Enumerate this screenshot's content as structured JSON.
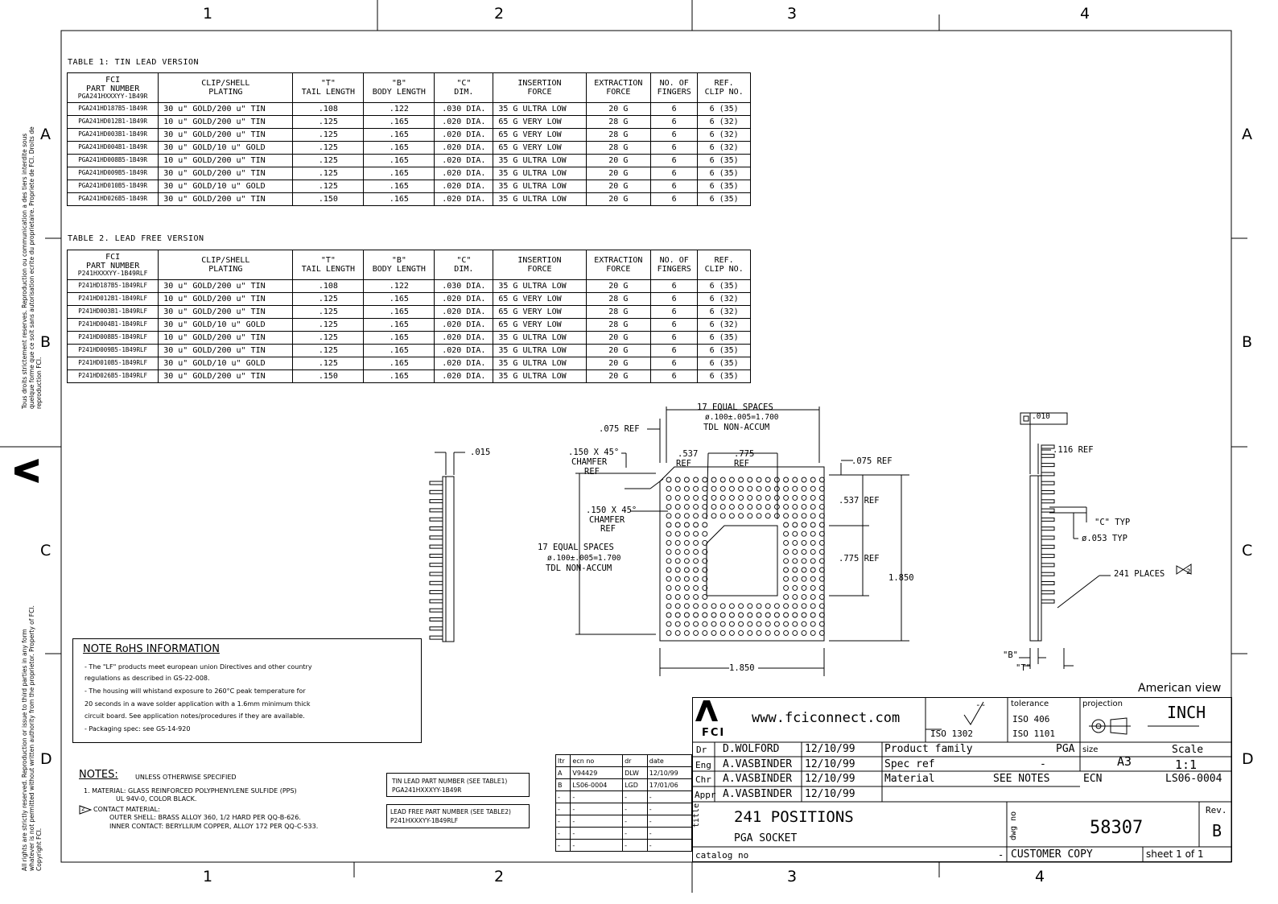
{
  "zones": {
    "cols": [
      "1",
      "2",
      "3",
      "4"
    ],
    "rows": [
      "A",
      "B",
      "C",
      "D"
    ]
  },
  "side_text": {
    "upper": "Tous droits strictement reserves. Reproduction ou communication a des tiers interdite sous quelque forme que ce soit sans autorisation ecrite du proprietaire. Propriete de FCI. Droits de reproduction FCI.",
    "lower": "All rights are strictly reserved. Reproduction or issue to third parties in any form whatever is not permitted without written authority from the proprietor. Property of FCI. Copyright FCI.",
    "logo": "FCI"
  },
  "headers": [
    "FCI\nPART NUMBER",
    "CLIP/SHELL\nPLATING",
    "\"T\"\nTAIL LENGTH",
    "\"B\"\nBODY LENGTH",
    "\"C\"\nDIM.",
    "INSERTION\nFORCE",
    "EXTRACTION\nFORCE",
    "NO. OF\nFINGERS",
    "REF.\nCLIP NO."
  ],
  "table1": {
    "title": "TABLE 1: TIN LEAD VERSION",
    "pn_header": "PGA241HXXXYY-1B49R",
    "rows": [
      [
        "PGA241HD187B5-1B49R",
        "30 u\" GOLD/200 u\" TIN",
        ".108",
        ".122",
        ".030 DIA.",
        "35 G ULTRA LOW",
        "20 G",
        "6",
        "6 (35)"
      ],
      [
        "PGA241HD012B1-1B49R",
        "10 u\" GOLD/200 u\" TIN",
        ".125",
        ".165",
        ".020 DIA.",
        "65 G VERY LOW",
        "28 G",
        "6",
        "6 (32)"
      ],
      [
        "PGA241HD003B1-1B49R",
        "30 u\" GOLD/200 u\" TIN",
        ".125",
        ".165",
        ".020 DIA.",
        "65 G VERY LOW",
        "28 G",
        "6",
        "6 (32)"
      ],
      [
        "PGA241HD004B1-1B49R",
        "30 u\" GOLD/10 u\" GOLD",
        ".125",
        ".165",
        ".020 DIA.",
        "65 G VERY LOW",
        "28 G",
        "6",
        "6 (32)"
      ],
      [
        "PGA241HD008B5-1B49R",
        "10 u\" GOLD/200 u\" TIN",
        ".125",
        ".165",
        ".020 DIA.",
        "35 G ULTRA LOW",
        "20 G",
        "6",
        "6 (35)"
      ],
      [
        "PGA241HD009B5-1B49R",
        "30 u\" GOLD/200 u\" TIN",
        ".125",
        ".165",
        ".020 DIA.",
        "35 G ULTRA LOW",
        "20 G",
        "6",
        "6 (35)"
      ],
      [
        "PGA241HD010B5-1B49R",
        "30 u\" GOLD/10 u\" GOLD",
        ".125",
        ".165",
        ".020 DIA.",
        "35 G ULTRA LOW",
        "20 G",
        "6",
        "6 (35)"
      ],
      [
        "PGA241HD026B5-1B49R",
        "30 u\" GOLD/200 u\" TIN",
        ".150",
        ".165",
        ".020 DIA.",
        "35 G ULTRA LOW",
        "20 G",
        "6",
        "6 (35)"
      ]
    ]
  },
  "table2": {
    "title": "TABLE 2. LEAD FREE VERSION",
    "pn_header": "P241HXXXYY-1B49RLF",
    "rows": [
      [
        "P241HD187B5-1B49RLF",
        "30 u\" GOLD/200 u\" TIN",
        ".108",
        ".122",
        ".030 DIA.",
        "35 G ULTRA LOW",
        "20 G",
        "6",
        "6 (35)"
      ],
      [
        "P241HD012B1-1B49RLF",
        "10 u\" GOLD/200 u\" TIN",
        ".125",
        ".165",
        ".020 DIA.",
        "65 G VERY LOW",
        "28 G",
        "6",
        "6 (32)"
      ],
      [
        "P241HD003B1-1B49RLF",
        "30 u\" GOLD/200 u\" TIN",
        ".125",
        ".165",
        ".020 DIA.",
        "65 G VERY LOW",
        "28 G",
        "6",
        "6 (32)"
      ],
      [
        "P241HD004B1-1B49RLF",
        "30 u\" GOLD/10 u\" GOLD",
        ".125",
        ".165",
        ".020 DIA.",
        "65 G VERY LOW",
        "28 G",
        "6",
        "6 (32)"
      ],
      [
        "P241HD008B5-1B49RLF",
        "10 u\" GOLD/200 u\" TIN",
        ".125",
        ".165",
        ".020 DIA.",
        "35 G ULTRA LOW",
        "20 G",
        "6",
        "6 (35)"
      ],
      [
        "P241HD009B5-1B49RLF",
        "30 u\" GOLD/200 u\" TIN",
        ".125",
        ".165",
        ".020 DIA.",
        "35 G ULTRA LOW",
        "20 G",
        "6",
        "6 (35)"
      ],
      [
        "P241HD010B5-1B49RLF",
        "30 u\" GOLD/10 u\" GOLD",
        ".125",
        ".165",
        ".020 DIA.",
        "35 G ULTRA LOW",
        "20 G",
        "6",
        "6 (35)"
      ],
      [
        "P241HD026B5-1B49RLF",
        "30 u\" GOLD/200 u\" TIN",
        ".150",
        ".165",
        ".020 DIA.",
        "35 G ULTRA LOW",
        "20 G",
        "6",
        "6 (35)"
      ]
    ]
  },
  "dims": {
    "d015": ".015",
    "top_spaces_1": "17 EQUAL SPACES",
    "top_spaces_2": "ø.100±.005=1.700",
    "top_spaces_3": "TDL NON-ACCUM",
    "ref075_top": ".075 REF",
    "chamfer_1": ".150 X 45°",
    "chamfer_2": "CHAMFER",
    "chamfer_3": "REF",
    "r537_1": ".537",
    "r537_2": "REF",
    "r775_1": ".775",
    "r775_2": "REF",
    "ref075_right": ".075 REF",
    "r537_right": ".537 REF",
    "inner_chamfer_1": ".150 X 45°",
    "inner_chamfer_2": "CHAMFER",
    "inner_chamfer_3": "REF",
    "left_spaces_1": "17 EQUAL SPACES",
    "left_spaces_2": "ø.100±.005=1.700",
    "left_spaces_3": "TDL NON-ACCUM",
    "r775_right": ".775 REF",
    "d1850_v": "1.850",
    "d1850_h": "1.850",
    "flat": ".010",
    "ref116": ".116 REF",
    "ctyp": "\"C\" TYP",
    "d053": "ø.053 TYP",
    "positions": "241 PLACES",
    "positions_flag": "2",
    "b_lbl": "\"B\"",
    "t_lbl": "\"T\""
  },
  "rohs": {
    "title": "NOTE RoHS INFORMATION",
    "lines": [
      "- The \"LF\" products meet european union Directives and other country",
      "  regulations as described in GS-22-008.",
      "- The housing will whistand exposure to 260°C peak temperature for",
      "  20 seconds in a wave solder application with a 1.6mm minimum thick",
      "  circuit board. See application notes/procedures if they are available.",
      "- Packaging spec: see GS-14-920"
    ]
  },
  "notes": {
    "title": "NOTES:",
    "subtitle": "UNLESS OTHERWISE SPECIFIED",
    "n1a": "1. MATERIAL: GLASS REINFORCED POLYPHENYLENE SULFIDE (PPS)",
    "n1b": "UL 94V-0, COLOR BLACK.",
    "n2flag": "2",
    "n2a": "CONTACT MATERIAL:",
    "n2b": "OUTER SHELL: BRASS ALLOY 360, 1/2 HARD PER QQ-B-626.",
    "n2c": "INNER CONTACT: BERYLLIUM COPPER, ALLOY 172 PER QQ-C-533."
  },
  "partboxes": {
    "tin_1": "TIN LEAD PART NUMBER (SEE TABLE1)",
    "tin_2": "PGA241HXXXYY-1B49R",
    "lf_1": "LEAD FREE PART NUMBER (SEE TABLE2)",
    "lf_2": "P241HXXXYY-1B49RLF"
  },
  "ecn_table": {
    "headers": [
      "ltr",
      "ecn no",
      "dr",
      "date"
    ],
    "rows": [
      [
        "A",
        "V94429",
        "DLW",
        "12/10/99"
      ],
      [
        "B",
        "LS06-0004",
        "LGD",
        "17/01/06"
      ],
      [
        "-",
        "-",
        "-",
        "-"
      ],
      [
        "-",
        "-",
        "-",
        "-"
      ],
      [
        "-",
        "-",
        "-",
        "-"
      ],
      [
        "-",
        "-",
        "-",
        "-"
      ],
      [
        "-",
        "-",
        "-",
        "-"
      ]
    ]
  },
  "titleblock": {
    "view": "American view",
    "logo": "FCI",
    "url": "www.fciconnect.com",
    "iso1302": "ISO 1302",
    "surface_dash": "--",
    "tolerance": "tolerance",
    "iso406": "ISO 406",
    "iso1101": "ISO 1101",
    "projection": "projection",
    "units": "INCH",
    "dr_lbl": "Dr",
    "dr_name": "D.WOLFORD",
    "dr_date": "12/10/99",
    "eng_lbl": "Eng",
    "eng_name": "A.VASBINDER",
    "eng_date": "12/10/99",
    "chr_lbl": "Chr",
    "chr_name": "A.VASBINDER",
    "chr_date": "12/10/99",
    "appr_lbl": "Appr",
    "appr_name": "A.VASBINDER",
    "appr_date": "12/10/99",
    "family_lbl": "Product family",
    "family_val": "PGA",
    "spec_lbl": "Spec ref",
    "spec_val": "-",
    "material_lbl": "Material",
    "material_val": "SEE NOTES",
    "size_lbl": "size",
    "size_val": "A3",
    "scale_lbl": "Scale",
    "scale_val": "1:1",
    "ecn_lbl": "ECN",
    "ecn_val": "LS06-0004",
    "title_lbl": "title",
    "title1": "241 POSITIONS",
    "title2": "PGA SOCKET",
    "dwg_lbl": "dwg no",
    "dwg_no": "58307",
    "rev_lbl": "Rev.",
    "rev": "B",
    "catalog_lbl": "catalog no",
    "catalog_val": "-",
    "copy": "CUSTOMER COPY",
    "sheet": "sheet 1 of 1"
  }
}
